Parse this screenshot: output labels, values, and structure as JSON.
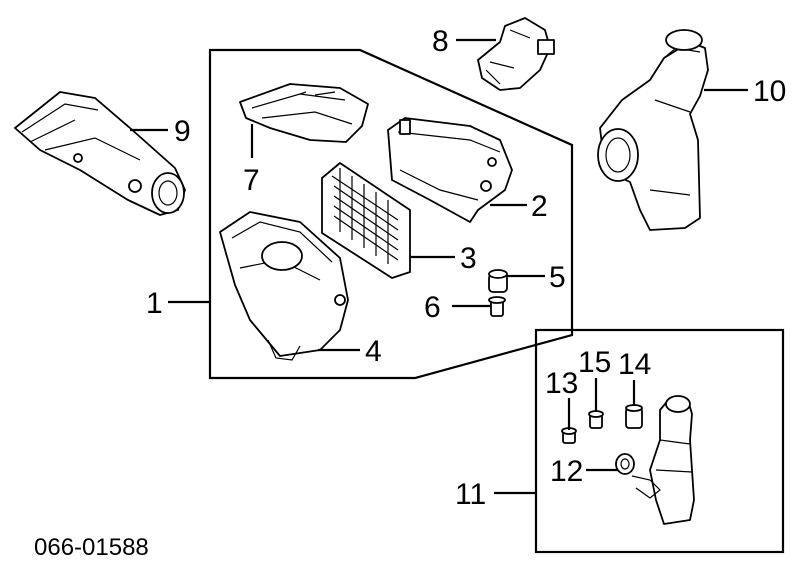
{
  "diagram": {
    "callouts": {
      "c1": "1",
      "c2": "2",
      "c3": "3",
      "c4": "4",
      "c5": "5",
      "c6": "6",
      "c7": "7",
      "c8": "8",
      "c9": "9",
      "c10": "10",
      "c11": "11",
      "c12": "12",
      "c13": "13",
      "c14": "14",
      "c15": "15"
    },
    "code": "066-01588"
  }
}
